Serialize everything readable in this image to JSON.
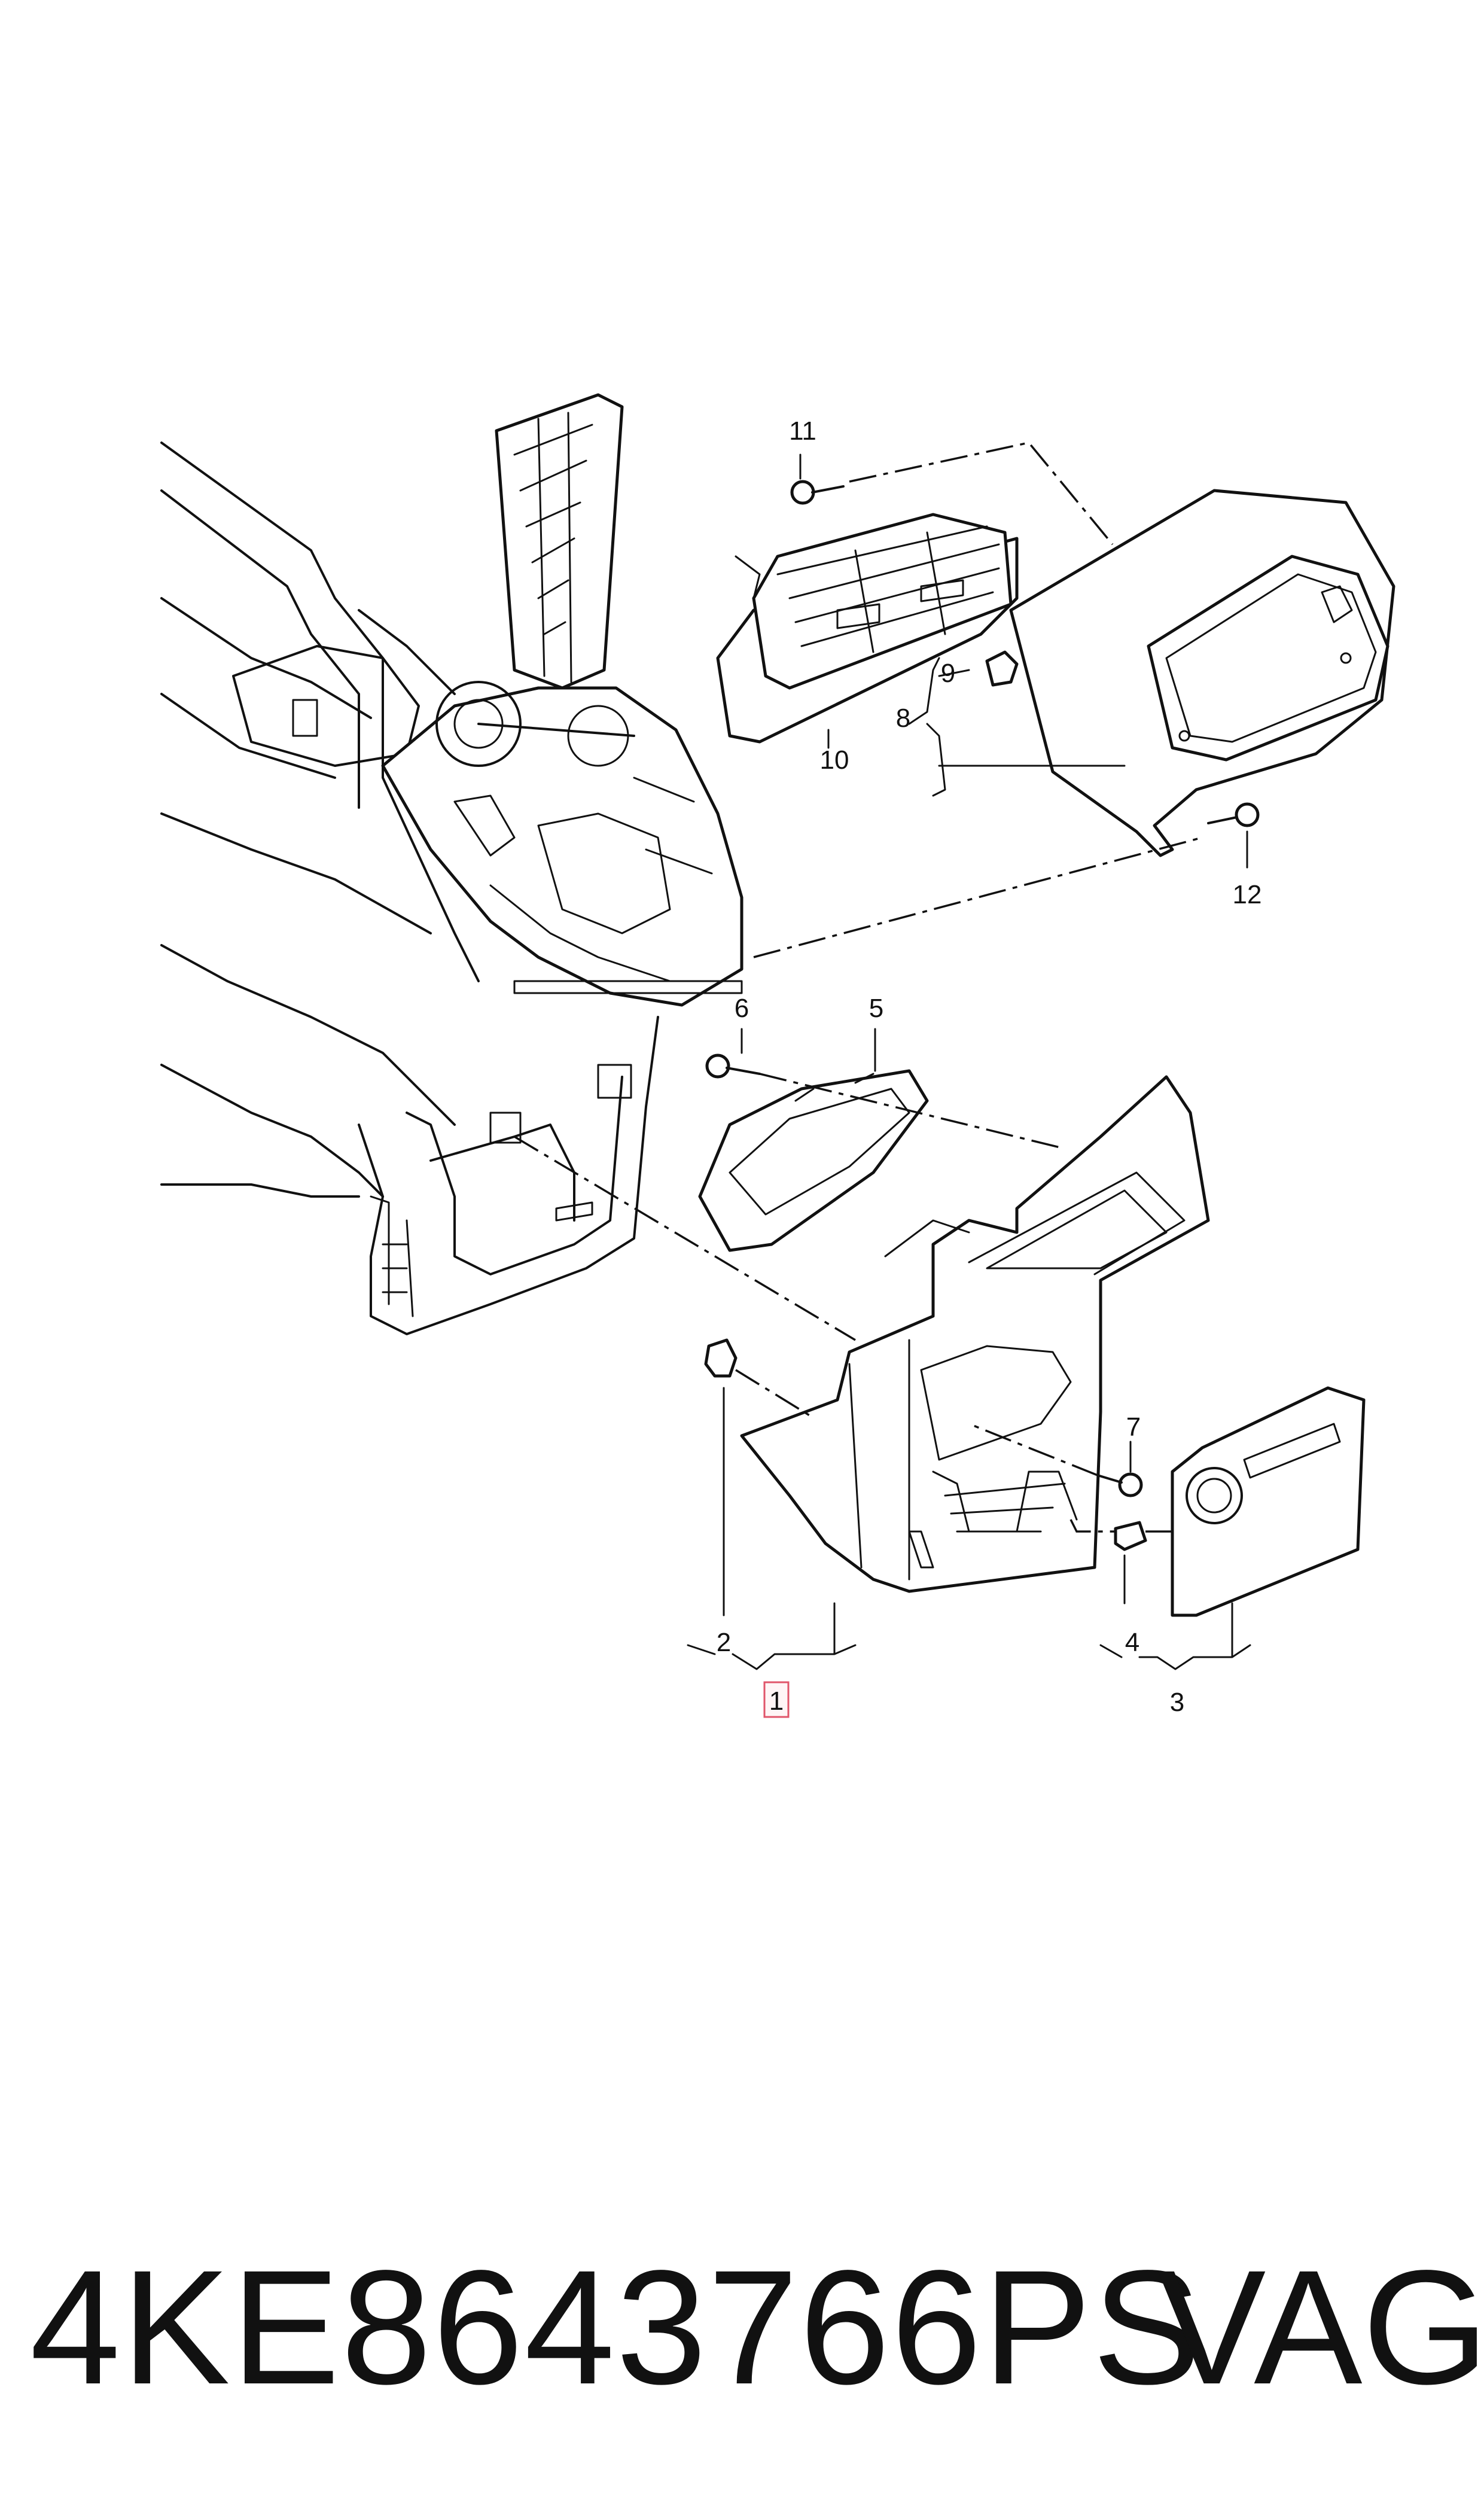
{
  "callouts": {
    "c1": "1",
    "c2": "2",
    "c3": "3",
    "c4": "4",
    "c5": "5",
    "c6": "6",
    "c7": "7",
    "c8": "8",
    "c9": "9",
    "c10": "10",
    "c11": "11",
    "c12": "12"
  },
  "highlighted_callout": "1",
  "footer": {
    "part_number": "4KE8643766PS",
    "brand": "VAG"
  }
}
